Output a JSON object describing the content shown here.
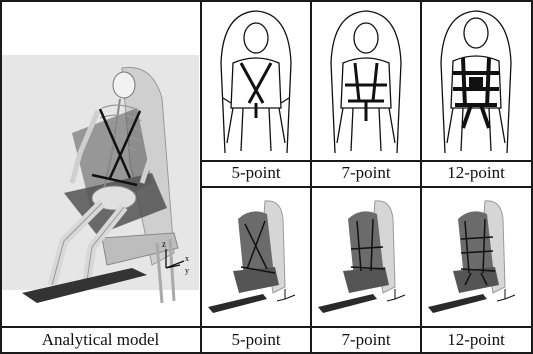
{
  "figure": {
    "model_caption": "Analytical model",
    "harness_captions": [
      "5-point",
      "7-point",
      "12-point"
    ],
    "axis_labels": [
      "z",
      "x",
      "y"
    ],
    "harness_colors": {
      "strap": "#111111",
      "seat_3d": "#6b6b6b",
      "model_bg": "#e6e6e6"
    }
  }
}
